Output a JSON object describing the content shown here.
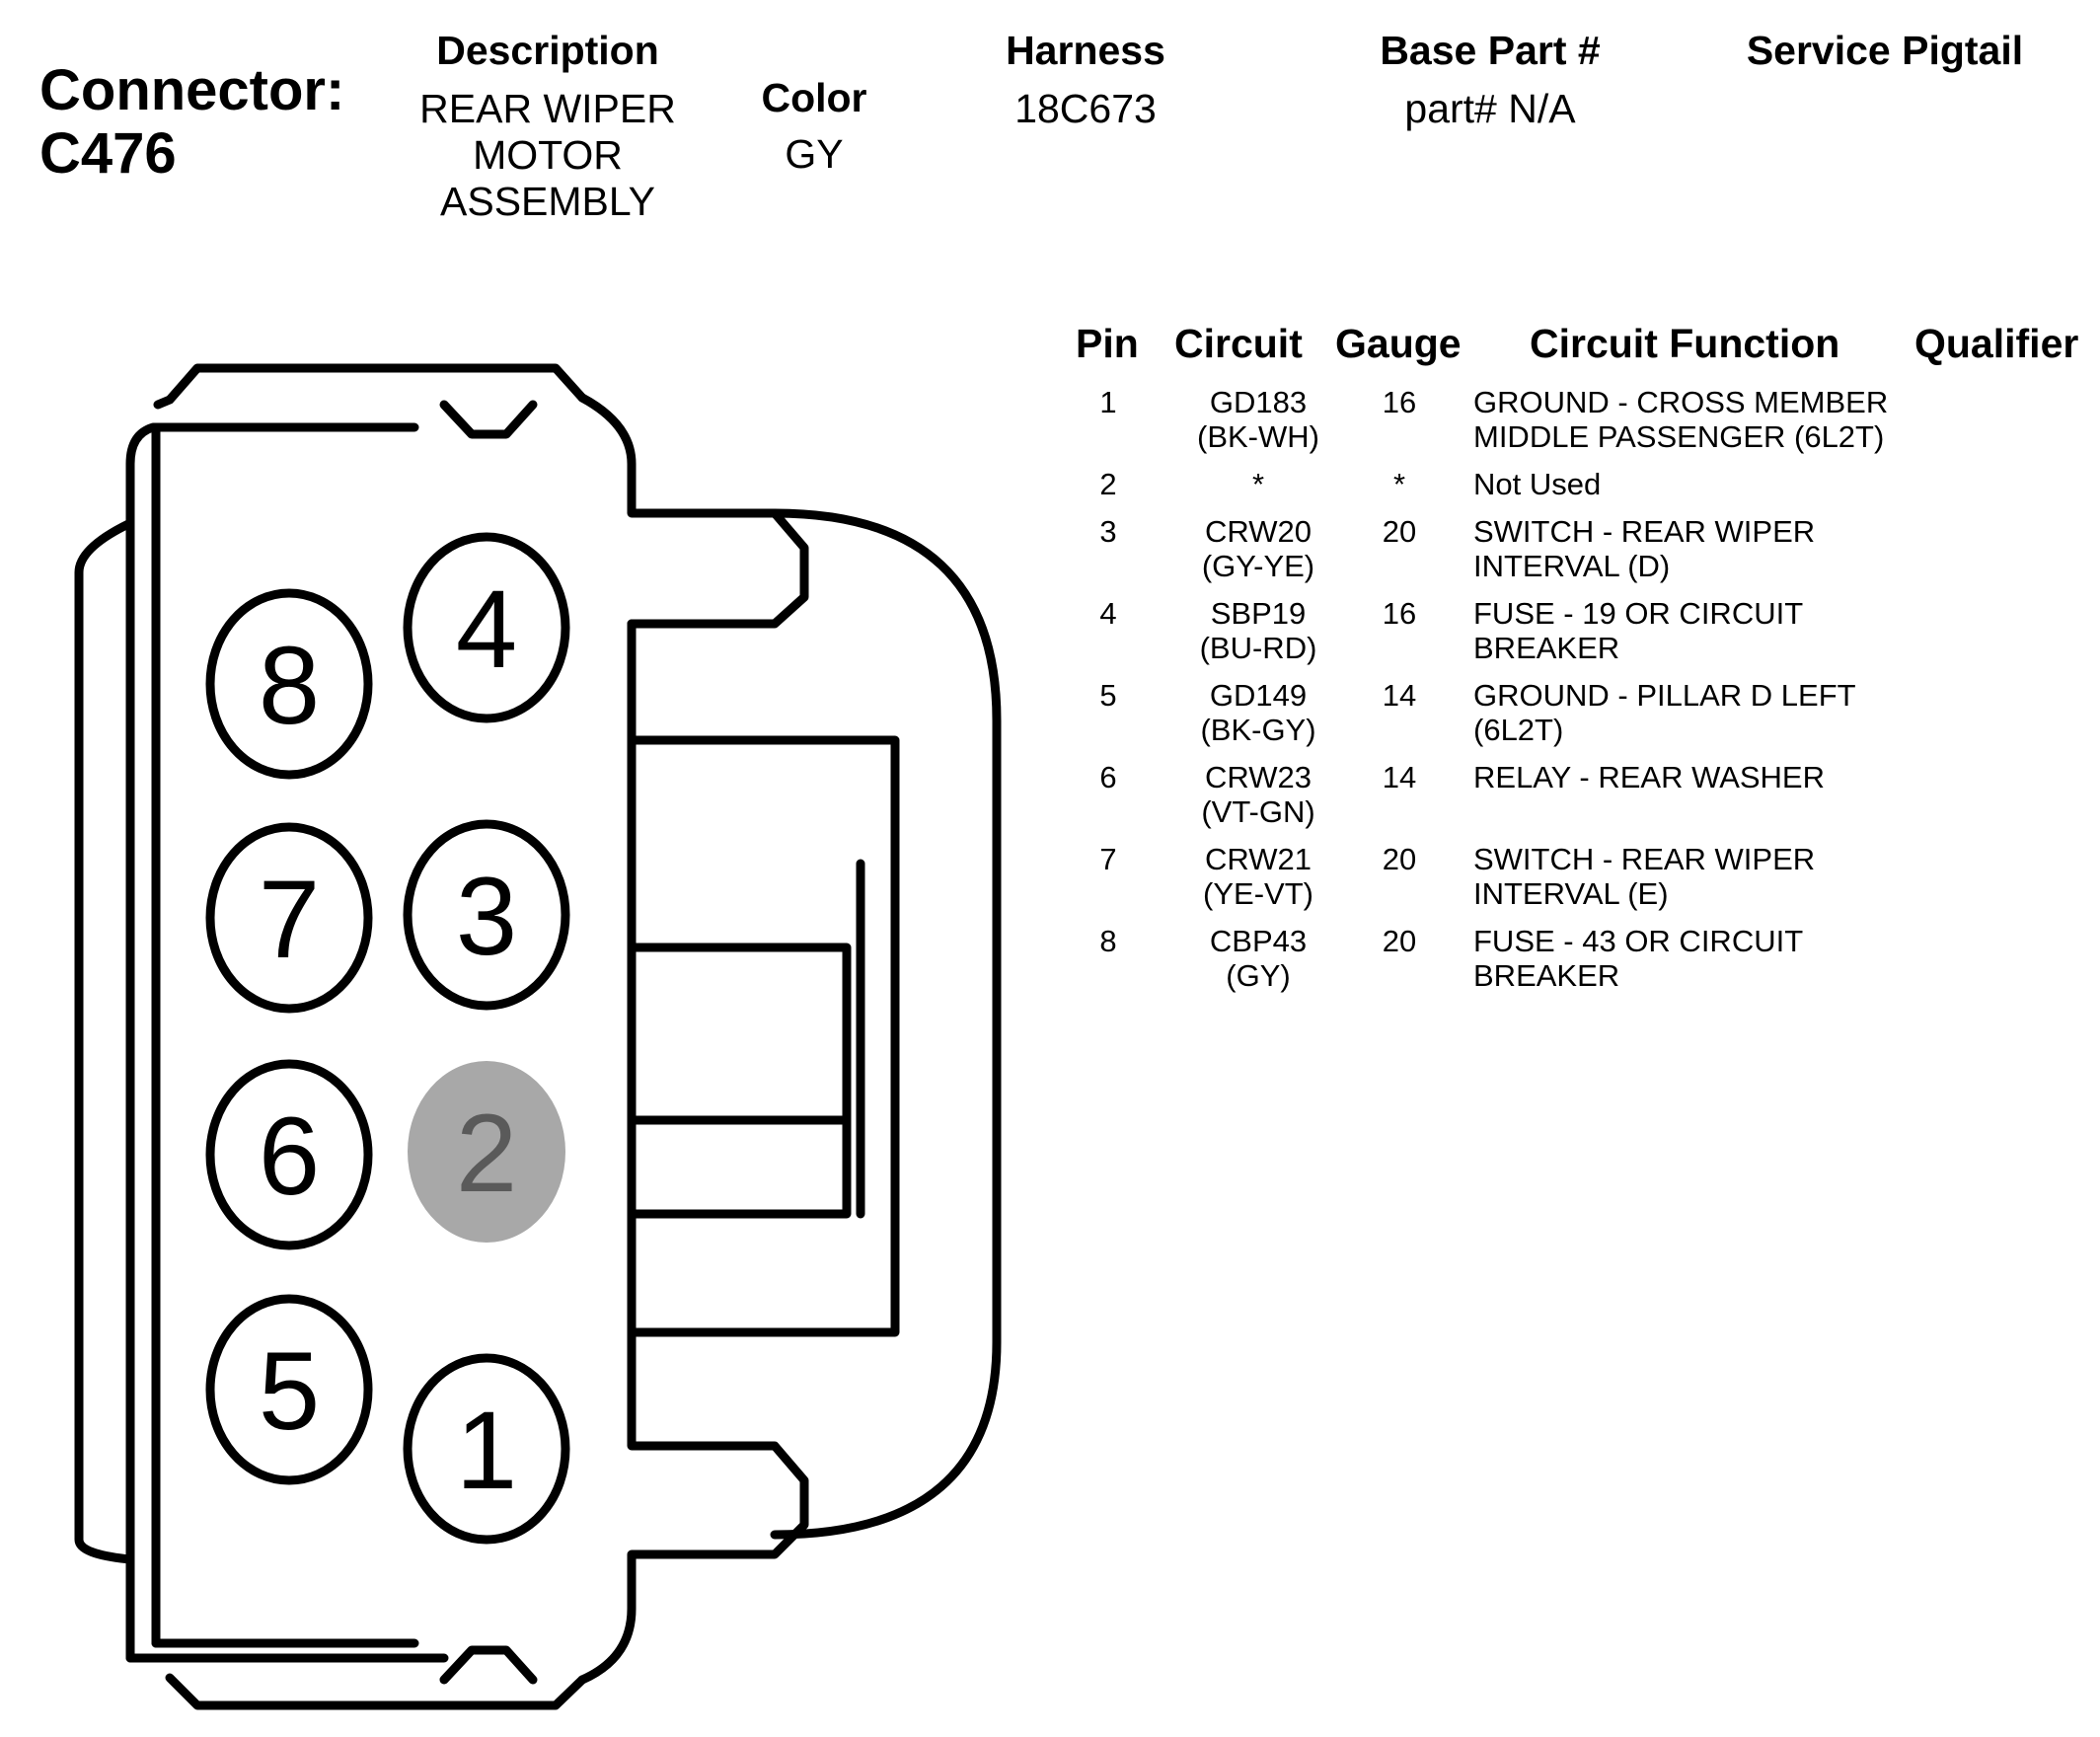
{
  "connector": {
    "label": "Connector:",
    "id": "C476"
  },
  "description": {
    "label": "Description",
    "lines": [
      "REAR WIPER",
      "MOTOR",
      "ASSEMBLY"
    ]
  },
  "color": {
    "label": "Color",
    "value": "GY"
  },
  "harness": {
    "label": "Harness",
    "value": "18C673"
  },
  "base_part": {
    "label": "Base Part #",
    "value": "part# N/A"
  },
  "service_pigtail": {
    "label": "Service Pigtail",
    "value": ""
  },
  "table": {
    "headers": {
      "pin": "Pin",
      "circuit": "Circuit",
      "gauge": "Gauge",
      "function": "Circuit Function",
      "qualifier": "Qualifier"
    },
    "rows": [
      {
        "pin": "1",
        "circuit": [
          "GD183",
          "(BK-WH)"
        ],
        "gauge": "16",
        "function": [
          "GROUND - CROSS MEMBER",
          "MIDDLE PASSENGER (6L2T)"
        ]
      },
      {
        "pin": "2",
        "circuit": [
          "*"
        ],
        "gauge": "*",
        "function": [
          "Not Used"
        ]
      },
      {
        "pin": "3",
        "circuit": [
          "CRW20",
          "(GY-YE)"
        ],
        "gauge": "20",
        "function": [
          "SWITCH - REAR WIPER",
          "INTERVAL (D)"
        ]
      },
      {
        "pin": "4",
        "circuit": [
          "SBP19",
          "(BU-RD)"
        ],
        "gauge": "16",
        "function": [
          "FUSE - 19 OR CIRCUIT",
          "BREAKER"
        ]
      },
      {
        "pin": "5",
        "circuit": [
          "GD149",
          "(BK-GY)"
        ],
        "gauge": "14",
        "function": [
          "GROUND - PILLAR D LEFT",
          "(6L2T)"
        ]
      },
      {
        "pin": "6",
        "circuit": [
          "CRW23",
          "(VT-GN)"
        ],
        "gauge": "14",
        "function": [
          "RELAY - REAR WASHER"
        ]
      },
      {
        "pin": "7",
        "circuit": [
          "CRW21",
          "(YE-VT)"
        ],
        "gauge": "20",
        "function": [
          "SWITCH - REAR WIPER",
          "INTERVAL (E)"
        ]
      },
      {
        "pin": "8",
        "circuit": [
          "CBP43",
          "(GY)"
        ],
        "gauge": "20",
        "function": [
          "FUSE - 43 OR CIRCUIT",
          "BREAKER"
        ]
      }
    ]
  },
  "face_pins": [
    {
      "label": "1",
      "used": true
    },
    {
      "label": "2",
      "used": false
    },
    {
      "label": "3",
      "used": true
    },
    {
      "label": "4",
      "used": true
    },
    {
      "label": "5",
      "used": true
    },
    {
      "label": "6",
      "used": true
    },
    {
      "label": "7",
      "used": true
    },
    {
      "label": "8",
      "used": true
    }
  ],
  "colors": {
    "line": "#000000",
    "unused_pin_fill": "#a8a8a8",
    "unused_pin_text": "#5a5a5a",
    "background": "#ffffff"
  }
}
